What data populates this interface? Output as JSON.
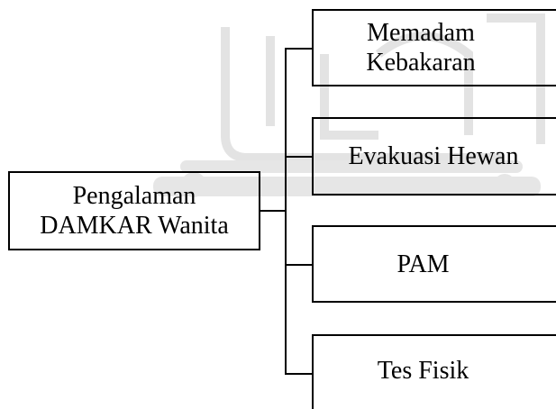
{
  "diagram": {
    "root": {
      "line1": "Pengalaman",
      "line2": "DAMKAR Wanita"
    },
    "children": [
      {
        "line1": "Memadam",
        "line2": "Kebakaran"
      },
      {
        "line1": "Evakuasi Hewan"
      },
      {
        "line1": "PAM"
      },
      {
        "line1": "Tes Fisik"
      }
    ]
  },
  "colors": {
    "line": "#000000",
    "background": "#ffffff",
    "watermark": "#d8d8d8"
  }
}
